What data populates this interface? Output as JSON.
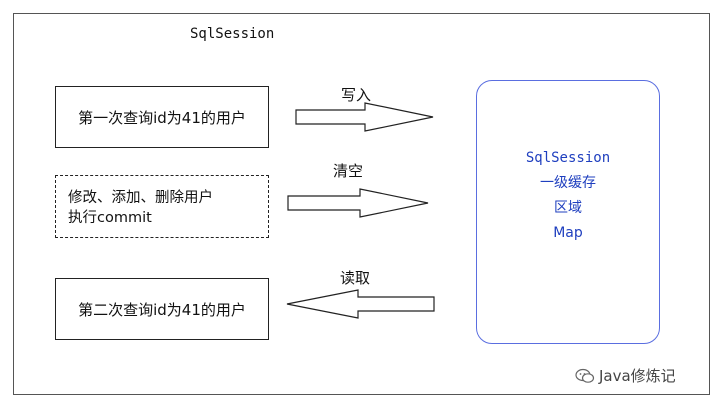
{
  "title": "SqlSession",
  "boxes": {
    "first_query": "第一次查询id为41的用户",
    "modify_line1": "修改、添加、删除用户",
    "modify_line2": "执行commit",
    "second_query": "第二次查询id为41的用户"
  },
  "arrows": {
    "write": "写入",
    "clear": "清空",
    "read": "读取"
  },
  "cache": {
    "line1": "SqlSession",
    "line2": "一级缓存",
    "line3": "区域",
    "line4": "Map"
  },
  "watermark": "Java修炼记"
}
